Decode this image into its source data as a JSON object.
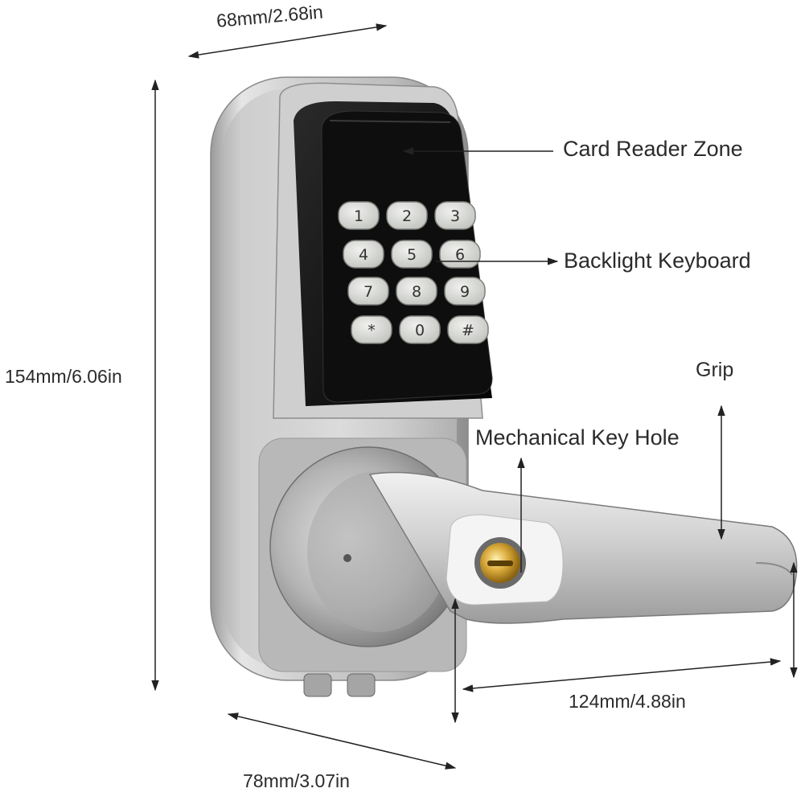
{
  "callouts": {
    "card_reader": "Card Reader Zone",
    "keyboard": "Backlight Keyboard",
    "grip": "Grip",
    "key_hole": "Mechanical Key Hole"
  },
  "dimensions": {
    "top_width": "68mm/2.68in",
    "height": "154mm/6.06in",
    "bottom_depth": "78mm/3.07in",
    "lever_length": "124mm/4.88in"
  },
  "keypad": {
    "keys": [
      "1",
      "2",
      "3",
      "4",
      "5",
      "6",
      "7",
      "8",
      "9",
      "*",
      "0",
      "#"
    ]
  },
  "colors": {
    "body_silver": "#c9c9c9",
    "keypad_black": "#1a1a1a",
    "key_face": "#d6d8d4",
    "brass": "#d9a93a",
    "arrow": "#222222"
  }
}
